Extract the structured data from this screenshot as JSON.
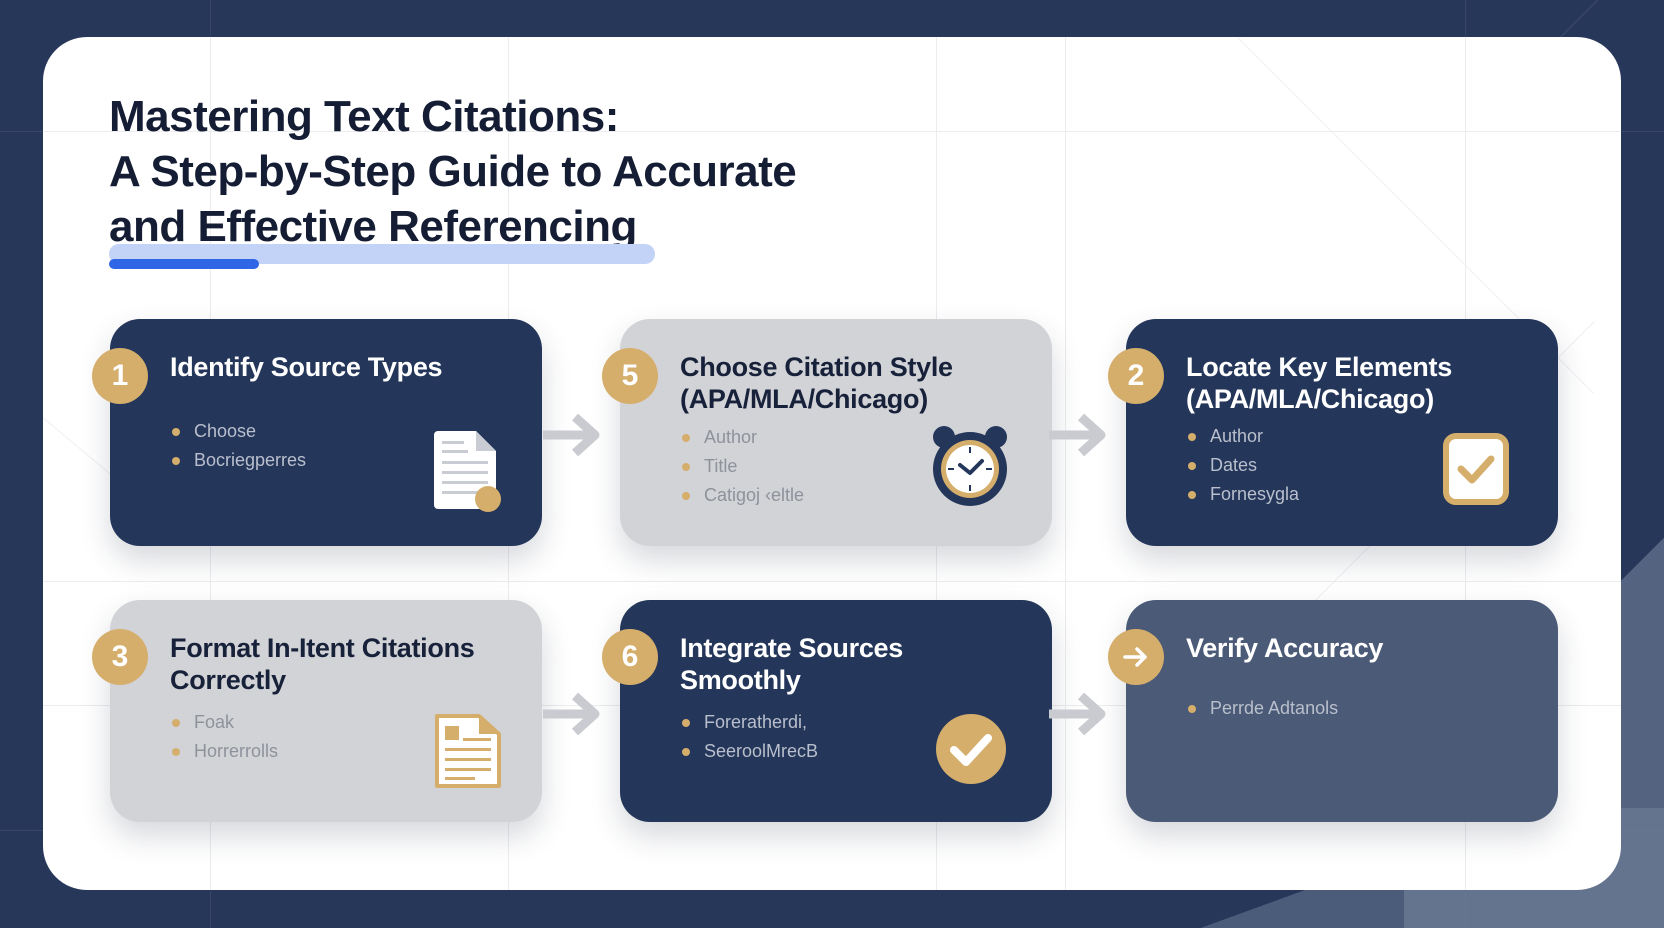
{
  "title": {
    "lines": [
      "Mastering Text Citations:",
      "A Step-by-Step Guide to Accurate",
      "and Effective Referencing"
    ]
  },
  "colors": {
    "background": "#26375a",
    "panel": "#ffffff",
    "card_dark": "#24365a",
    "card_light": "#d2d3d7",
    "card_slate": "#4b5a77",
    "accent_gold": "#d5ae6c",
    "underline_light": "#c3d3f7",
    "underline_accent": "#2f66e6",
    "title_text": "#141d33"
  },
  "cards": [
    {
      "badge": "1",
      "title_lines": [
        "Identify Source Types"
      ],
      "bullets": [
        "Choose",
        "Bocriegperres"
      ],
      "icon": "document-icon",
      "theme": "dark"
    },
    {
      "badge": "5",
      "title_lines": [
        "Choose Citation Style",
        "(APA/MLA/Chicago)"
      ],
      "bullets": [
        "Author",
        "Title",
        "Catigoj ‹eltle"
      ],
      "icon": "alarm-clock-icon",
      "theme": "light"
    },
    {
      "badge": "2",
      "title_lines": [
        "Locate Key Elements",
        "(APA/MLA/Chicago)"
      ],
      "bullets": [
        "Author",
        "Dates",
        "Fornesygla"
      ],
      "icon": "checkbox-icon",
      "theme": "dark"
    },
    {
      "badge": "3",
      "title_lines": [
        "Format In-Itent Citations",
        "Correctly"
      ],
      "bullets": [
        "Foak",
        "Horrerrolls"
      ],
      "icon": "document-lines-icon",
      "theme": "light"
    },
    {
      "badge": "6",
      "title_lines": [
        "Integrate Sources",
        "Smoothly"
      ],
      "bullets": [
        "Foreratherdi,",
        "SeeroolMrecB"
      ],
      "icon": "check-circle-icon",
      "theme": "dark"
    },
    {
      "badge": "→",
      "title_lines": [
        "Verify Accuracy"
      ],
      "bullets": [
        "Perrde Adtanols"
      ],
      "icon": "arrow-right-icon",
      "theme": "slate"
    }
  ],
  "arrows": [
    {
      "from": 1,
      "to": 2,
      "icon": "arrow-right-icon"
    },
    {
      "from": 2,
      "to": 3,
      "icon": "arrow-right-icon"
    },
    {
      "from": 4,
      "to": 5,
      "icon": "arrow-right-icon"
    },
    {
      "from": 5,
      "to": 6,
      "icon": "arrow-right-icon"
    }
  ]
}
